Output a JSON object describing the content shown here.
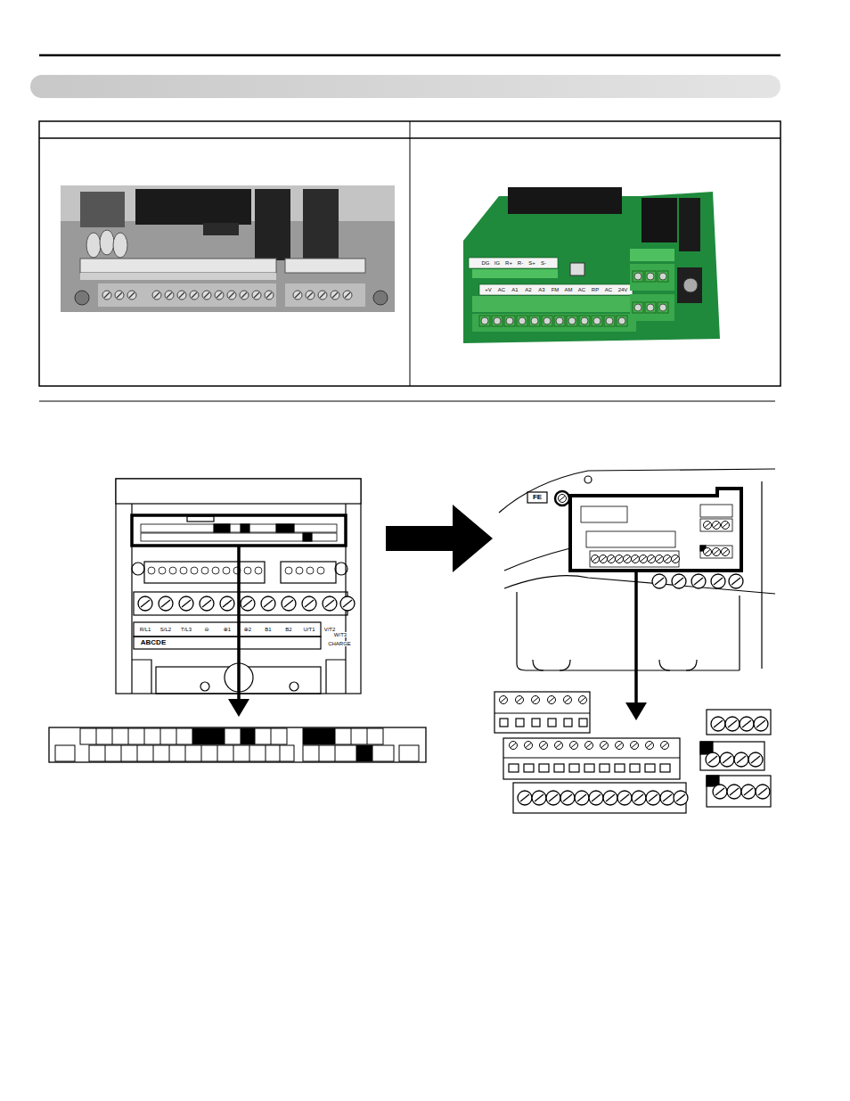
{
  "diagram": {
    "labels": [
      "DG",
      "IG",
      "R+",
      "R-",
      "S+",
      "S-",
      "+V",
      "AC",
      "A1",
      "A2",
      "A3",
      "FM",
      "AM",
      "AC",
      "RP",
      "AC",
      "24V",
      "R/L1",
      "S/L2",
      "T/L3",
      "⊖",
      "⊕1",
      "⊕2",
      "B1",
      "B2",
      "U/T1",
      "V/T2",
      "W/T3",
      "ABCDE",
      "CHARGE",
      "FE"
    ]
  }
}
